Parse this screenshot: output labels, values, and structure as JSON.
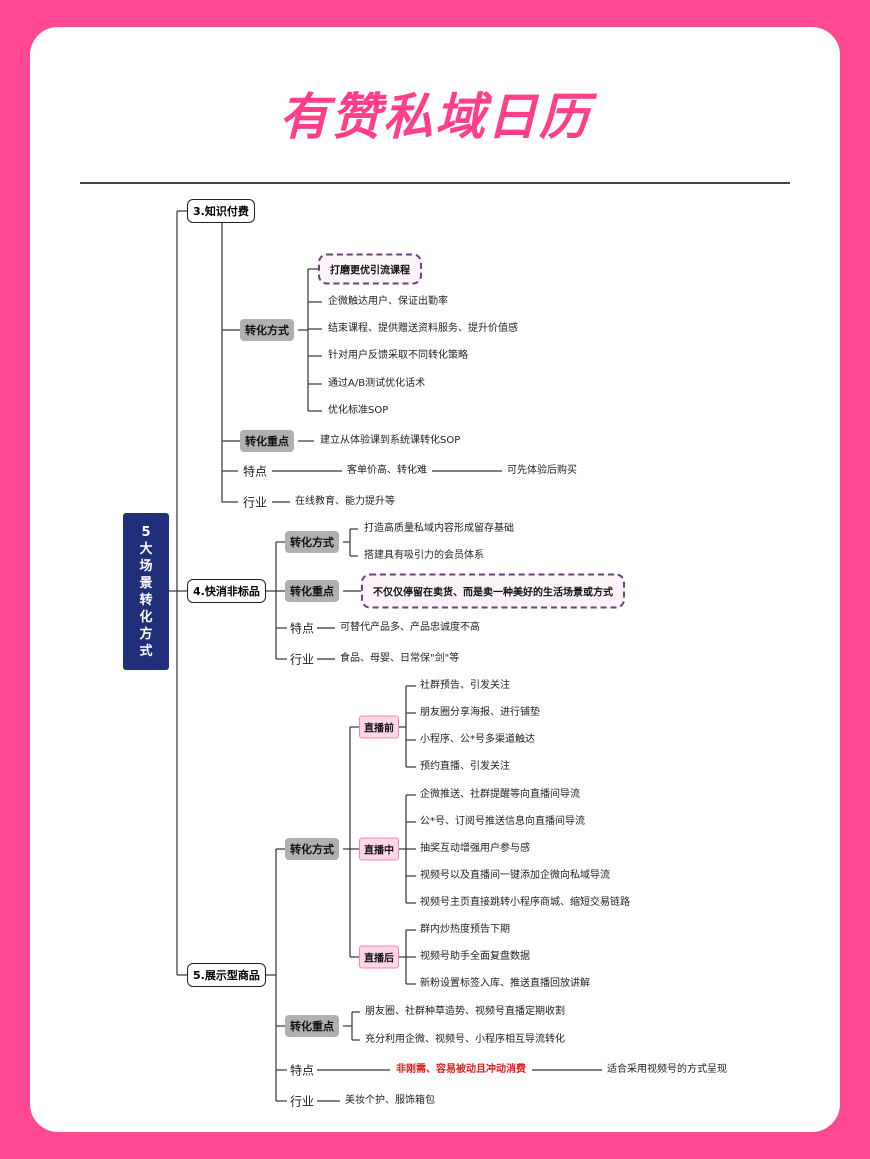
{
  "title": "有赞私域日历",
  "root_chars": [
    "5",
    "大",
    "场",
    "景",
    "转",
    "化",
    "方",
    "式"
  ],
  "s3": {
    "label": "3.知识付费",
    "method_label": "转化方式",
    "highlight": "打磨更优引流课程",
    "methods": [
      "企微触达用户、保证出勤率",
      "结束课程、提供赠送资料服务、提升价值感",
      "针对用户反馈采取不同转化策略",
      "通过A/B测试优化话术",
      "优化标准SOP"
    ],
    "focus_label": "转化重点",
    "focus": "建立从体验课到系统课转化SOP",
    "feature_label": "特点",
    "feature": "客单价高、转化难",
    "feature_extra": "可先体验后购买",
    "industry_label": "行业",
    "industry": "在线教育、能力提升等"
  },
  "s4": {
    "label": "4.快消非标品",
    "method_label": "转化方式",
    "methods": [
      "打造高质量私域内容形成留存基础",
      "搭建具有吸引力的会员体系"
    ],
    "focus_label": "转化重点",
    "focus": "不仅仅停留在卖货、而是卖一种美好的生活场景或方式",
    "feature_label": "特点",
    "feature": "可替代产品多、产品忠诚度不高",
    "industry_label": "行业",
    "industry": "食品、母婴、日常保\"剑\"等"
  },
  "s5": {
    "label": "5.展示型商品",
    "method_label": "转化方式",
    "before_label": "直播前",
    "before": [
      "社群预告、引发关注",
      "朋友圈分享海报、进行铺垫",
      "小程序、公*号多渠道触达",
      "预约直播、引发关注"
    ],
    "during_label": "直播中",
    "during": [
      "企微推送、社群提醒等向直播间导流",
      "公*号、订阅号推送信息向直播间导流",
      "抽奖互动增强用户参与感",
      "视频号以及直播间一键添加企微向私域导流",
      "视频号主页直接跳转小程序商城、缩短交易链路"
    ],
    "after_label": "直播后",
    "after": [
      "群内炒热度预告下期",
      "视频号助手全面复盘数据",
      "新粉设置标签入库、推送直播回放讲解"
    ],
    "focus_label": "转化重点",
    "focus": [
      "朋友圈、社群种草造势、视频号直播定期收割",
      "充分利用企微、视频号、小程序相互导流转化"
    ],
    "feature_label": "特点",
    "feature": "非刚需、容易被动且冲动消费",
    "feature_extra": "适合采用视频号的方式呈现",
    "industry_label": "行业",
    "industry": "美妆个护、服饰箱包"
  }
}
